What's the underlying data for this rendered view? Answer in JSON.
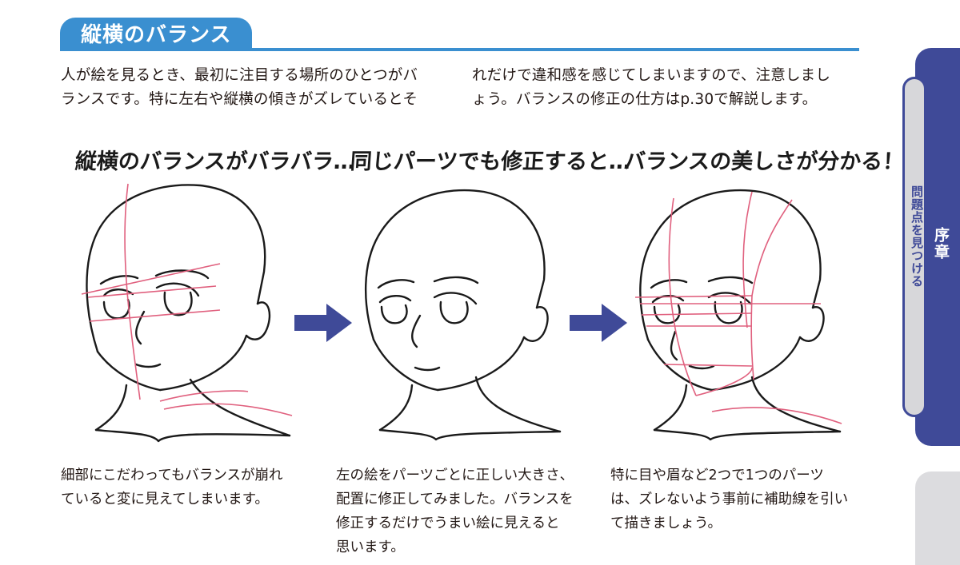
{
  "section": {
    "title": "縦横のバランス"
  },
  "intro": {
    "left": "人が絵を見るとき、最初に注目する場所のひとつがバ\nランスです。特に左右や縦横の傾きがズレているとそ",
    "right": "れだけで違和感を感じてしまいますので、注意しまし\nょう。バランスの修正の仕方はp.30で解説します。"
  },
  "panels": [
    {
      "caption": "縦横のバランスがバラバラ…",
      "text": "細部にこだわってもバランスが崩れ\nていると変に見えてしまいます。"
    },
    {
      "caption": "同じパーツでも修正すると…",
      "text": "左の絵をパーツごとに正しい大きさ、\n配置に修正してみました。バランスを\n修正するだけでうまい絵に見えると\n思います。"
    },
    {
      "caption": "バランスの美しさが分かる！",
      "text": "特に目や眉など2つで1つのパーツ\nは、ズレないよう事前に補助線を引い\nて描きましょう。"
    }
  ],
  "side": {
    "pill_label": "問題点を見つける",
    "chapter": "序章"
  },
  "colors": {
    "header_blue": "#3a8fd0",
    "side_navy": "#3f4a98",
    "arrow": "#3f4a98",
    "guide_pink": "#e0607e"
  }
}
